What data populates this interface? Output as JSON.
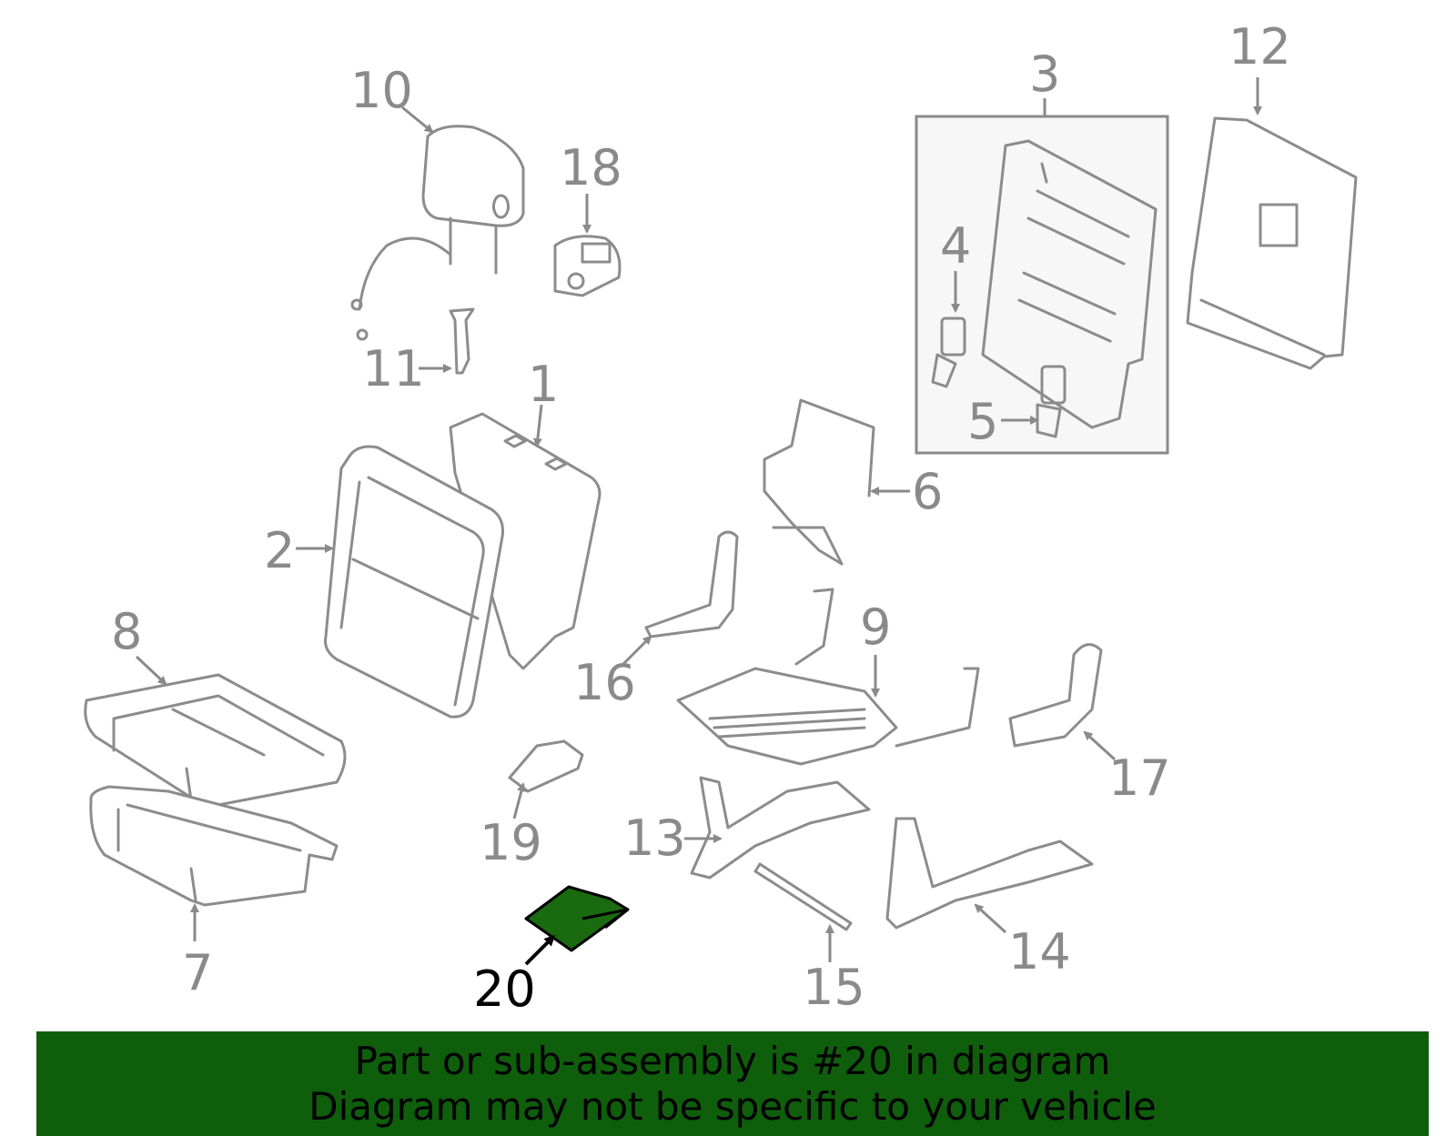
{
  "diagram": {
    "highlight_color": "#1a6b10",
    "part_color": "#8c8c8c",
    "callouts": [
      {
        "id": "1",
        "label": "1"
      },
      {
        "id": "2",
        "label": "2"
      },
      {
        "id": "3",
        "label": "3"
      },
      {
        "id": "4",
        "label": "4"
      },
      {
        "id": "5",
        "label": "5"
      },
      {
        "id": "6",
        "label": "6"
      },
      {
        "id": "7",
        "label": "7"
      },
      {
        "id": "8",
        "label": "8"
      },
      {
        "id": "9",
        "label": "9"
      },
      {
        "id": "10",
        "label": "10"
      },
      {
        "id": "11",
        "label": "11"
      },
      {
        "id": "12",
        "label": "12"
      },
      {
        "id": "13",
        "label": "13"
      },
      {
        "id": "14",
        "label": "14"
      },
      {
        "id": "15",
        "label": "15"
      },
      {
        "id": "16",
        "label": "16"
      },
      {
        "id": "17",
        "label": "17"
      },
      {
        "id": "18",
        "label": "18"
      },
      {
        "id": "19",
        "label": "19"
      },
      {
        "id": "20",
        "label": "20",
        "highlighted": true
      }
    ]
  },
  "banner": {
    "background": "#0f5e0c",
    "line1": "Part or sub-assembly is #20 in diagram",
    "line2": "Diagram may not be specific to your vehicle"
  }
}
